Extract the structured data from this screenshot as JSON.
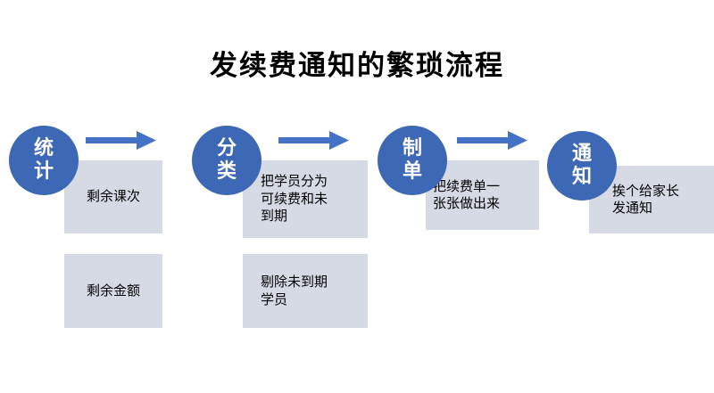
{
  "title": "发续费通知的繁琐流程",
  "colors": {
    "circle": "#3d68b5",
    "circle_text": "#ffffff",
    "arrow": "#4472c4",
    "box": "#d6dae4",
    "text": "#000000",
    "background": "#ffffff"
  },
  "icons": {
    "flow_arrow": "right-arrow"
  },
  "steps": [
    {
      "label": "统计",
      "notes": [
        "剩余课次",
        "剩余金额"
      ]
    },
    {
      "label": "分类",
      "notes": [
        "把学员分为可续费和未到期",
        "剔除未到期学员"
      ]
    },
    {
      "label": "制单",
      "notes": [
        "把续费单一张张做出来"
      ]
    },
    {
      "label": "通知",
      "notes": [
        "挨个给家长发通知"
      ]
    }
  ]
}
